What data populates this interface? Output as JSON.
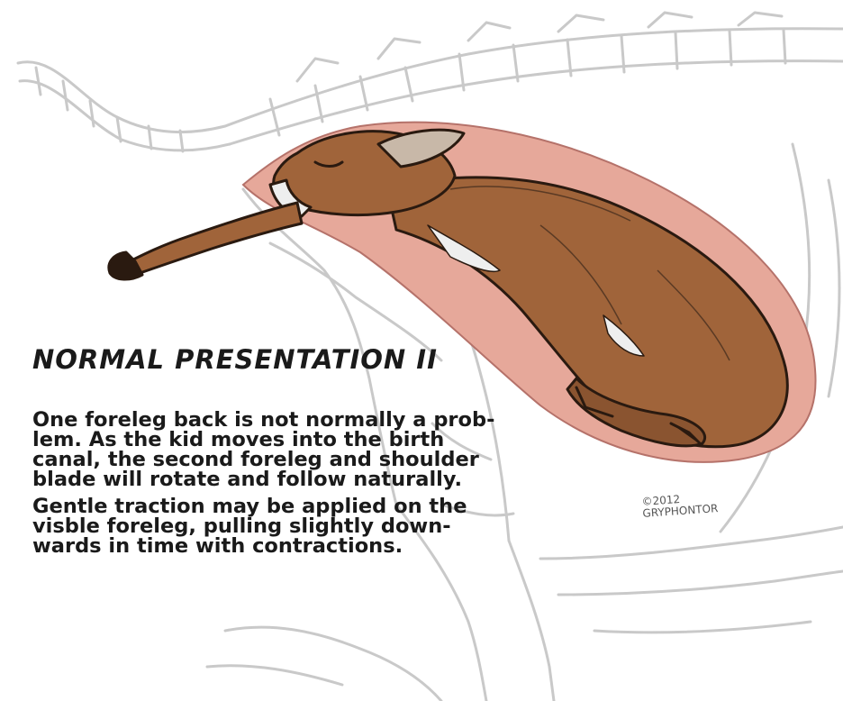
{
  "title": "NORMAL PRESENTATION II",
  "description_lines": [
    "One foreleg back is not normally a prob-",
    "lem. As the kid moves into the birth",
    "canal, the second foreleg and shoulder",
    "blade will rotate and follow naturally."
  ],
  "description_lines_2": [
    "Gentle traction may be applied on the",
    "visble foreleg, pulling slightly down-",
    "wards in time with contractions."
  ],
  "credit": {
    "line1": "©2012",
    "line2": "GRYPHONTOR"
  },
  "colors": {
    "kid_fur": "#a0643a",
    "kid_fur_dark": "#6e3f20",
    "uterus": "#e6a89a",
    "skeleton_sketch": "#c9c9c9",
    "text": "#1a1a1a"
  }
}
